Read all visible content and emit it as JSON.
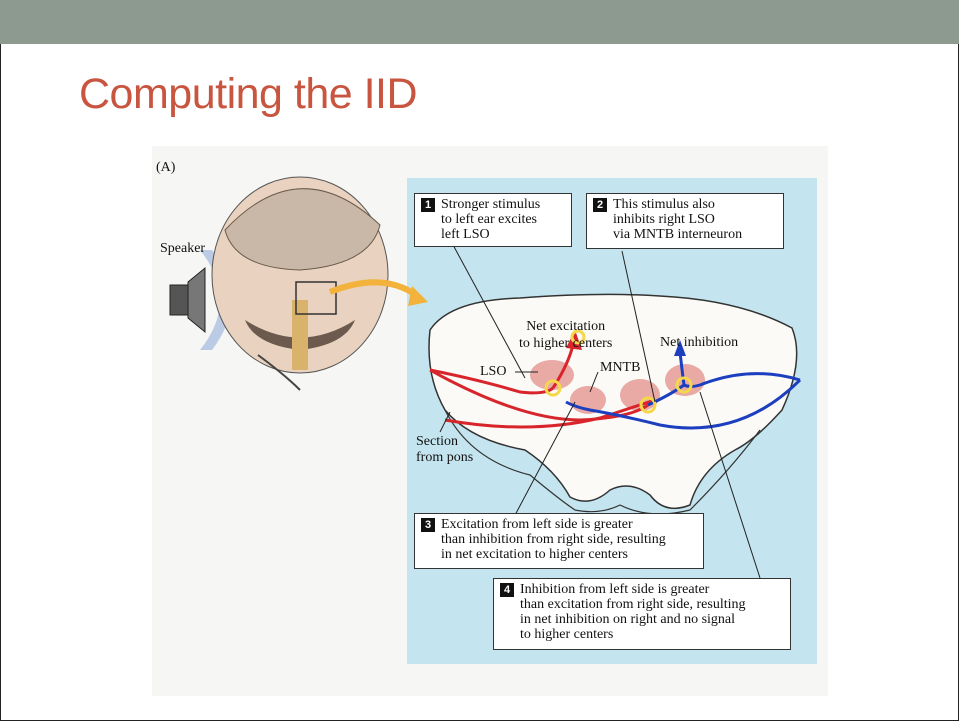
{
  "slide": {
    "title": "Computing the IID"
  },
  "figure": {
    "panel_label": "(A)",
    "speaker_label": "Speaker",
    "lso_label": "LSO",
    "mntb_label": "MNTB",
    "net_excitation_label": "Net excitation\nto higher centers",
    "net_inhibition_label": "Net inhibition",
    "section_label": "Section\nfrom pons",
    "callouts": [
      {
        "num": "1",
        "text": "Stronger stimulus\nto left ear excites\nleft LSO"
      },
      {
        "num": "2",
        "text": "This stimulus also\ninhibits right LSO\nvia MNTB interneuron"
      },
      {
        "num": "3",
        "text": "Excitation from left side is greater\nthan inhibition from right side, resulting\nin net excitation to higher centers"
      },
      {
        "num": "4",
        "text": "Inhibition from left side is greater\nthan excitation from right side, resulting\nin net inhibition on right and no signal\nto higher centers"
      }
    ],
    "colors": {
      "excitatory": "#d8252b",
      "inhibitory": "#1c3fbf",
      "nucleus": "#e9a9a4",
      "title": "#c8553f",
      "header_bar": "#8c9a90"
    }
  }
}
